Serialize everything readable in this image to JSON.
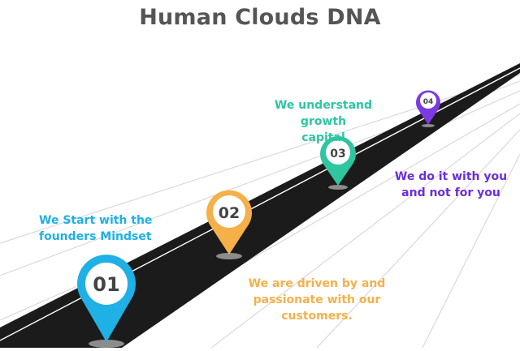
{
  "title": "Human Clouds DNA",
  "steps": [
    {
      "number": "01",
      "caption_line1": "We Start with the",
      "caption_line2": "founders Mindset",
      "color": "#1fb0e6",
      "color_dark": "#1590c2",
      "caption_color": "#1fb0e6"
    },
    {
      "number": "02",
      "caption_line1": "We are driven by and",
      "caption_line2": "passionate with our",
      "caption_line3": "customers.",
      "color": "#f5b04a",
      "color_dark": "#e09a2f",
      "caption_color": "#f5b04a"
    },
    {
      "number": "03",
      "caption_line1": "We understand growth",
      "caption_line2": "capital",
      "color": "#2ec5a0",
      "color_dark": "#1faa88",
      "caption_color": "#2ec5a0"
    },
    {
      "number": "04",
      "caption_line1": "We do it with you",
      "caption_line2": "and not for you",
      "color": "#7b3be0",
      "color_dark": "#6325c7",
      "caption_color": "#6a2ce0"
    }
  ],
  "colors": {
    "road": "#1b1b1b",
    "road_line": "#ffffff",
    "guide_lines": "#d9d9d9",
    "title": "#555555"
  },
  "icons": [
    "map-pin-icon"
  ]
}
